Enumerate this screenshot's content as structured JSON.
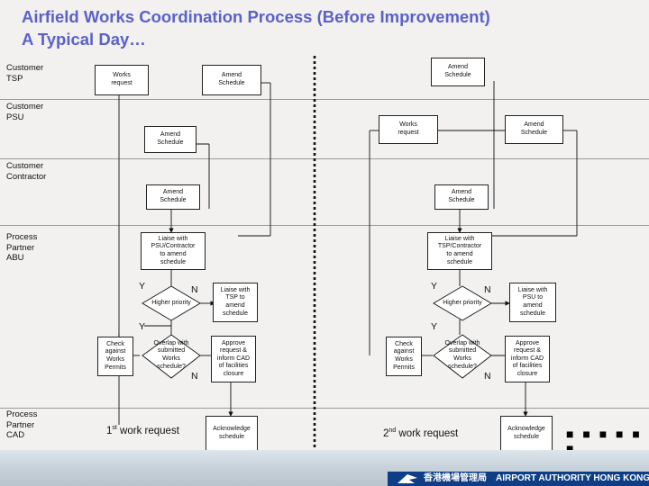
{
  "title": {
    "line1": "Airfield Works Coordination Process (Before Improvement)",
    "line2": "A Typical Day…"
  },
  "lanes": [
    {
      "label": "Customer\nTSP"
    },
    {
      "label": "Customer\nPSU"
    },
    {
      "label": "Customer\nContractor"
    },
    {
      "label": "Process\nPartner\nABU"
    },
    {
      "label": "Process\nPartner\nCAD"
    }
  ],
  "boxes": {
    "tsp_works_request": "Works\nrequest",
    "tsp_amend_schedule": "Amend\nSchedule",
    "tsp_amend_schedule_right": "Amend\nSchedule",
    "psu_amend_schedule": "Amend\nSchedule",
    "psu_works_request": "Works\nrequest",
    "psu_amend_schedule_right": "Amend\nSchedule",
    "con_amend_schedule_left": "Amend\nSchedule",
    "con_amend_schedule_right": "Amend\nSchedule",
    "abu_liaise_left": "Liaise with\nPSU/Contractor\nto amend\nschedule",
    "abu_liaise_right": "Liaise with\nTSP/Contractor\nto amend\nschedule",
    "higher_priority_left": "Higher priority",
    "higher_priority_right": "Higher priority",
    "liaise_tsp": "Liaise with\nTSP to\namend\nschedule",
    "liaise_psu": "Liaise with\nPSU to\namend\nschedule",
    "check_permits_left": "Check\nagainst\nWorks\nPermits",
    "check_permits_right": "Check\nagainst\nWorks\nPermits",
    "overlap_left": "Overlap with\nsubmitted\nWorks\nschedule?",
    "overlap_right": "Overlap with\nsubmitted\nWorks\nschedule?",
    "approve_left": "Approve\nrequest &\ninform CAD\nof facilities\nclosure",
    "approve_right": "Approve\nrequest &\ninform CAD\nof facilities\nclosure",
    "ack_left": "Acknowledge\nschedule",
    "ack_right": "Acknowledge\nschedule"
  },
  "yn": {
    "y1": "Y",
    "n1": "N",
    "y2": "Y",
    "n2": "N",
    "y3": "Y",
    "n3": "N",
    "y4": "Y",
    "n4": "N"
  },
  "requests": {
    "first": {
      "num": "1",
      "sup": "st",
      "text": " work request"
    },
    "second": {
      "num": "2",
      "sup": "nd",
      "text": " work request"
    }
  },
  "footer": {
    "chinese": "香港機場管理局",
    "english": "AIRPORT AUTHORITY HONG KONG"
  },
  "continuation": "■ ■ ■ ■ ■ ■"
}
